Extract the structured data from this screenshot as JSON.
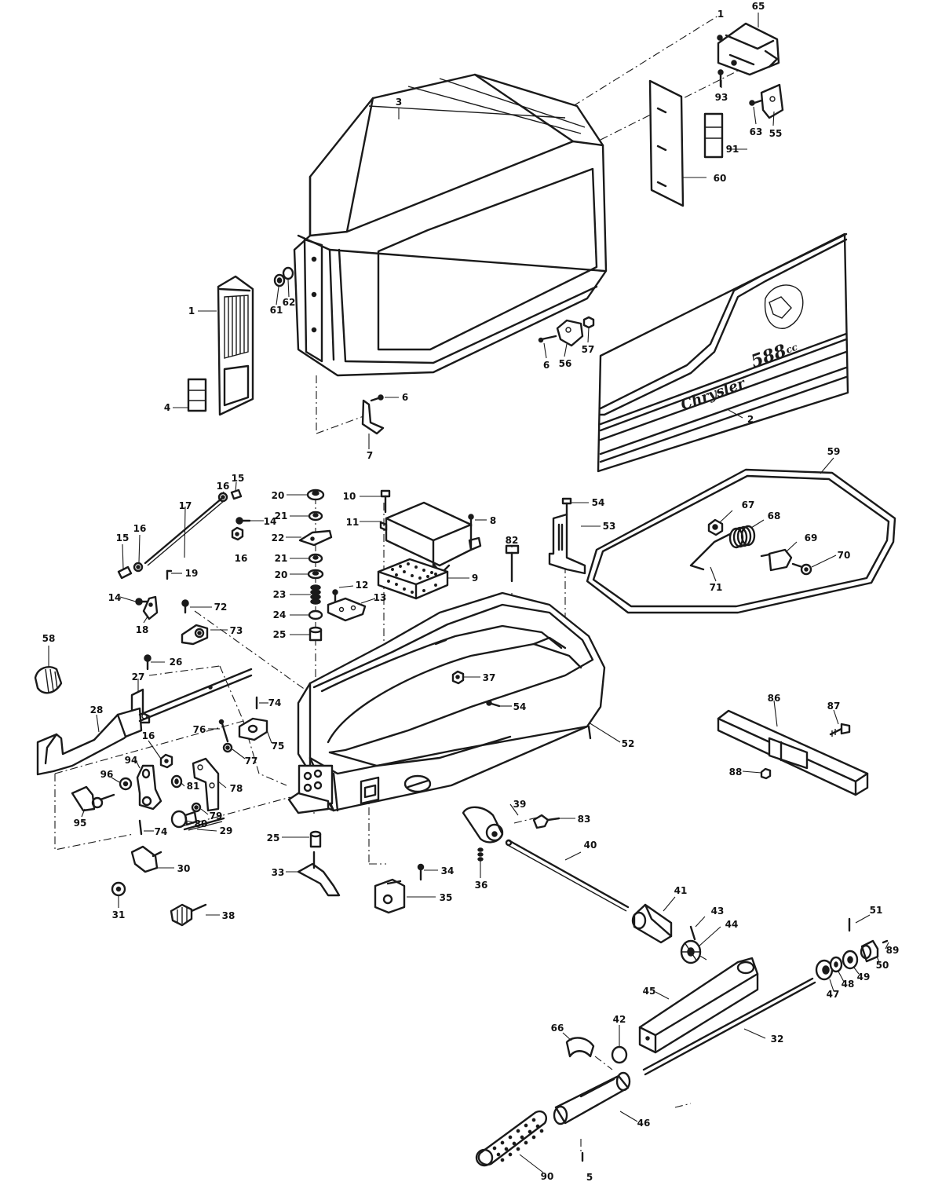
{
  "labels": [
    {
      "n": "65"
    },
    {
      "n": "1"
    },
    {
      "n": "3"
    },
    {
      "n": "93"
    },
    {
      "n": "63"
    },
    {
      "n": "55"
    },
    {
      "n": "91"
    },
    {
      "n": "60"
    },
    {
      "n": "61"
    },
    {
      "n": "62"
    },
    {
      "n": "1"
    },
    {
      "n": "6"
    },
    {
      "n": "56"
    },
    {
      "n": "57"
    },
    {
      "n": "4"
    },
    {
      "n": "6"
    },
    {
      "n": "7"
    },
    {
      "n": "2"
    },
    {
      "n": "59"
    },
    {
      "n": "15"
    },
    {
      "n": "16"
    },
    {
      "n": "17"
    },
    {
      "n": "20"
    },
    {
      "n": "10"
    },
    {
      "n": "54"
    },
    {
      "n": "53"
    },
    {
      "n": "14"
    },
    {
      "n": "16"
    },
    {
      "n": "21"
    },
    {
      "n": "11"
    },
    {
      "n": "8"
    },
    {
      "n": "67"
    },
    {
      "n": "68"
    },
    {
      "n": "15"
    },
    {
      "n": "16"
    },
    {
      "n": "22"
    },
    {
      "n": "82"
    },
    {
      "n": "69"
    },
    {
      "n": "70"
    },
    {
      "n": "21"
    },
    {
      "n": "19"
    },
    {
      "n": "20"
    },
    {
      "n": "9"
    },
    {
      "n": "71"
    },
    {
      "n": "14"
    },
    {
      "n": "23"
    },
    {
      "n": "12"
    },
    {
      "n": "13"
    },
    {
      "n": "18"
    },
    {
      "n": "72"
    },
    {
      "n": "24"
    },
    {
      "n": "25"
    },
    {
      "n": "73"
    },
    {
      "n": "58"
    },
    {
      "n": "26"
    },
    {
      "n": "37"
    },
    {
      "n": "27"
    },
    {
      "n": "74"
    },
    {
      "n": "54"
    },
    {
      "n": "86"
    },
    {
      "n": "87"
    },
    {
      "n": "28"
    },
    {
      "n": "52"
    },
    {
      "n": "76"
    },
    {
      "n": "75"
    },
    {
      "n": "16"
    },
    {
      "n": "77"
    },
    {
      "n": "94"
    },
    {
      "n": "88"
    },
    {
      "n": "96"
    },
    {
      "n": "81"
    },
    {
      "n": "78"
    },
    {
      "n": "95"
    },
    {
      "n": "79"
    },
    {
      "n": "74"
    },
    {
      "n": "80"
    },
    {
      "n": "39"
    },
    {
      "n": "83"
    },
    {
      "n": "25"
    },
    {
      "n": "29"
    },
    {
      "n": "40"
    },
    {
      "n": "33"
    },
    {
      "n": "34"
    },
    {
      "n": "36"
    },
    {
      "n": "30"
    },
    {
      "n": "35"
    },
    {
      "n": "31"
    },
    {
      "n": "41"
    },
    {
      "n": "38"
    },
    {
      "n": "43"
    },
    {
      "n": "51"
    },
    {
      "n": "44"
    },
    {
      "n": "89"
    },
    {
      "n": "50"
    },
    {
      "n": "49"
    },
    {
      "n": "48"
    },
    {
      "n": "47"
    },
    {
      "n": "45"
    },
    {
      "n": "42"
    },
    {
      "n": "32"
    },
    {
      "n": "66"
    },
    {
      "n": "46"
    },
    {
      "n": "90"
    },
    {
      "n": "5"
    }
  ],
  "decal": {
    "brand": "Chrysler",
    "model": "588",
    "unit": "cc"
  }
}
